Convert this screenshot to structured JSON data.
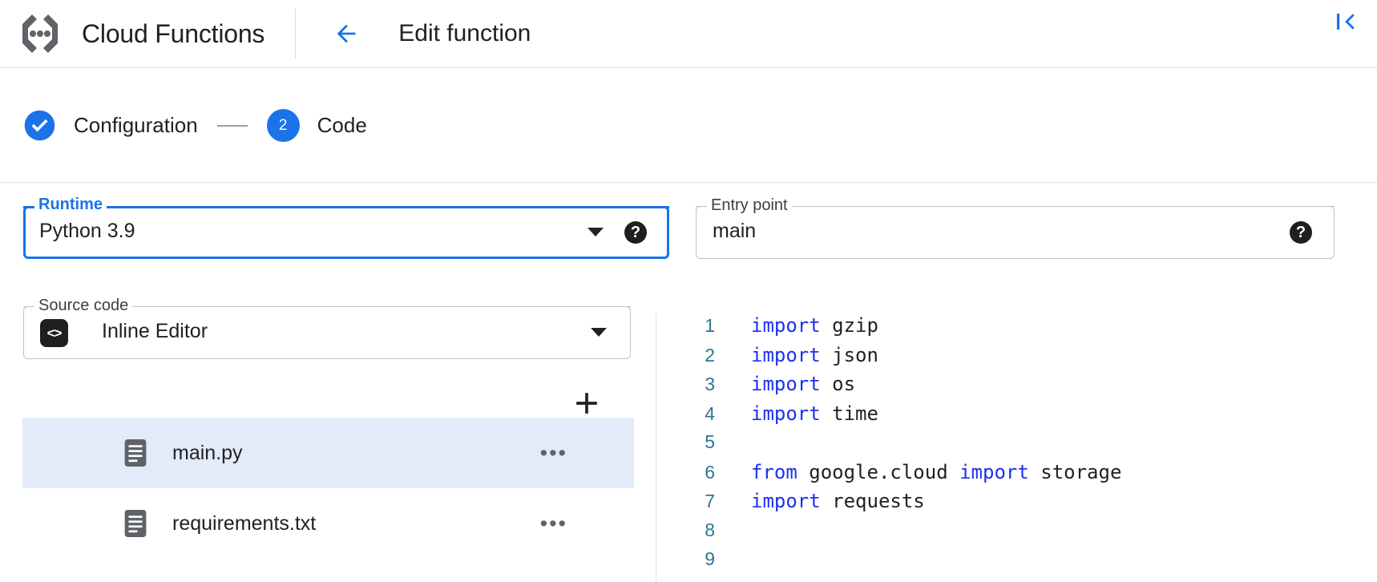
{
  "header": {
    "brand": "Cloud Functions",
    "logo_icon": "cloud-functions-logo",
    "back_icon": "back-arrow-icon",
    "page_title": "Edit function",
    "collapse_icon": "collapse-panel-icon"
  },
  "stepper": {
    "steps": [
      {
        "marker": "check",
        "marker_icon": "check-circle-icon",
        "label": "Configuration",
        "state": "completed"
      },
      {
        "marker": "2",
        "label": "Code",
        "state": "active"
      }
    ],
    "connector": "—"
  },
  "fields": {
    "runtime": {
      "legend": "Runtime",
      "value": "Python 3.9",
      "dropdown_icon": "chevron-down-icon",
      "help_icon": "help-icon",
      "help_glyph": "?",
      "focused": true
    },
    "entry_point": {
      "legend": "Entry point",
      "value": "main",
      "help_icon": "help-icon",
      "help_glyph": "?",
      "focused": false
    },
    "source_code": {
      "legend": "Source code",
      "value": "Inline Editor",
      "badge_icon": "code-brackets-icon",
      "badge_glyph": "<>",
      "dropdown_icon": "chevron-down-icon",
      "focused": false
    }
  },
  "file_panel": {
    "add_icon": "add-file-icon",
    "files": [
      {
        "name": "main.py",
        "icon": "file-icon",
        "menu_icon": "more-options-icon",
        "menu_glyph": "•••",
        "selected": true
      },
      {
        "name": "requirements.txt",
        "icon": "file-icon",
        "menu_icon": "more-options-icon",
        "menu_glyph": "•••",
        "selected": false
      }
    ]
  },
  "editor": {
    "lines": [
      {
        "n": "1",
        "tokens": [
          {
            "t": "import",
            "kw": true
          },
          {
            "t": " gzip",
            "kw": false
          }
        ]
      },
      {
        "n": "2",
        "tokens": [
          {
            "t": "import",
            "kw": true
          },
          {
            "t": " json",
            "kw": false
          }
        ]
      },
      {
        "n": "3",
        "tokens": [
          {
            "t": "import",
            "kw": true
          },
          {
            "t": " os",
            "kw": false
          }
        ]
      },
      {
        "n": "4",
        "tokens": [
          {
            "t": "import",
            "kw": true
          },
          {
            "t": " time",
            "kw": false
          }
        ]
      },
      {
        "n": "5",
        "tokens": []
      },
      {
        "n": "6",
        "tokens": [
          {
            "t": "from",
            "kw": true
          },
          {
            "t": " google.cloud ",
            "kw": false
          },
          {
            "t": "import",
            "kw": true
          },
          {
            "t": " storage",
            "kw": false
          }
        ]
      },
      {
        "n": "7",
        "tokens": [
          {
            "t": "import",
            "kw": true
          },
          {
            "t": " requests",
            "kw": false
          }
        ]
      },
      {
        "n": "8",
        "tokens": []
      },
      {
        "n": "9",
        "tokens": []
      }
    ]
  },
  "colors": {
    "accent_blue": "#1a73e8",
    "keyword_blue": "#1a31f0",
    "line_number": "#2f7490",
    "selected_row": "#e3eafa",
    "border_gray": "#bdc1c6"
  }
}
